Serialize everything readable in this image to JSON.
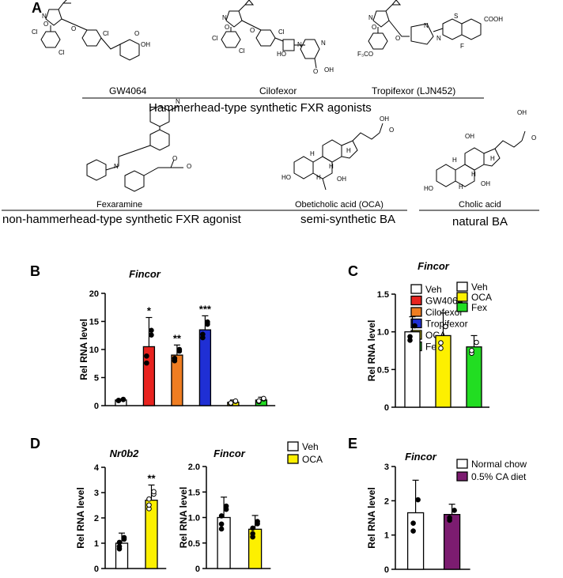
{
  "panel_letters": {
    "a": "A",
    "b": "B",
    "c": "C",
    "d": "D",
    "e": "E"
  },
  "panel_a": {
    "hammerhead_compounds": [
      "GW4064",
      "Cilofexor",
      "Tropifexor (LJN452)"
    ],
    "hammerhead_group_label": "Hammerhead-type synthetic FXR agonists",
    "structure_atoms": {
      "gw4064": [
        "O",
        "N",
        "O",
        "Cl",
        "Cl",
        "Cl",
        "OH",
        "O"
      ],
      "cilofexor": [
        "O",
        "N",
        "O",
        "Cl",
        "Cl",
        "Cl",
        "HO",
        "N",
        "N",
        "O",
        "OH"
      ],
      "tropifexor": [
        "O",
        "N",
        "O",
        "N",
        "S",
        "N",
        "COOH",
        "F",
        "F₃CO"
      ],
      "fexaramine": [
        "N",
        "N",
        "O",
        "O"
      ],
      "oca": [
        "OH",
        "O",
        "HO",
        "OH",
        "H",
        "H",
        "H",
        "H"
      ],
      "cholic": [
        "OH",
        "O",
        "OH",
        "HO",
        "OH",
        "H",
        "H",
        "H",
        "H"
      ]
    },
    "lower_compounds": [
      {
        "name": "Fexaramine",
        "group": "non-hammerhead-type synthetic FXR agonist"
      },
      {
        "name": "Obeticholic acid (OCA)",
        "group": "semi-synthetic BA"
      },
      {
        "name": "Cholic acid",
        "group": "natural BA"
      }
    ]
  },
  "colors": {
    "veh": "#ffffff",
    "gw4064": "#e8231f",
    "cilofexor": "#ef7d22",
    "tropifexor": "#1f2fd4",
    "oca": "#fdf000",
    "fex": "#22dd22",
    "ca_diet": "#7c1c70",
    "outline": "#000000"
  },
  "chart_data": [
    {
      "type": "bar",
      "panel": "B",
      "title": "Fincor",
      "ylabel": "Rel RNA level",
      "ylim": [
        0,
        20
      ],
      "yticks": [
        "0",
        "5",
        "10",
        "15",
        "20"
      ],
      "categories": [
        "Veh",
        "GW4064",
        "Cilofexor",
        "Tropifexor",
        "OCA",
        "Fex"
      ],
      "values": [
        1.0,
        10.5,
        9.0,
        13.5,
        0.6,
        1.0
      ],
      "errors": [
        0.2,
        5.2,
        1.8,
        2.5,
        0.4,
        0.5
      ],
      "significance": [
        "",
        "*",
        "**",
        "***",
        "",
        ""
      ],
      "legend": [
        "Veh",
        "GW4064",
        "Cilofexor",
        "Tropifexor",
        "OCA",
        "Fex"
      ],
      "legend_position": "right"
    },
    {
      "type": "bar",
      "panel": "C",
      "title": "Fincor",
      "ylabel": "Rel RNA level",
      "ylim": [
        0,
        1.5
      ],
      "yticks": [
        "0",
        "0.5",
        "1.0",
        "1.5"
      ],
      "categories": [
        "Veh",
        "OCA",
        "Fex"
      ],
      "values": [
        1.0,
        0.95,
        0.8
      ],
      "errors": [
        0.2,
        0.3,
        0.15
      ],
      "legend": [
        "Veh",
        "OCA",
        "Fex"
      ],
      "legend_position": "right"
    },
    {
      "type": "bar",
      "panel": "D",
      "title": "Nr0b2",
      "ylabel": "Rel RNA level",
      "ylim": [
        0,
        4
      ],
      "yticks": [
        "0",
        "1",
        "2",
        "3",
        "4"
      ],
      "categories": [
        "Veh",
        "OCA"
      ],
      "values": [
        1.0,
        2.7
      ],
      "errors": [
        0.4,
        0.6
      ],
      "significance": [
        "",
        "**"
      ]
    },
    {
      "type": "bar",
      "panel": "D",
      "title": "Fincor",
      "ylabel": "Rel RNA level",
      "ylim": [
        0,
        2.0
      ],
      "yticks": [
        "0",
        "0.5",
        "1.0",
        "1.5",
        "2.0"
      ],
      "categories": [
        "Veh",
        "OCA"
      ],
      "values": [
        1.0,
        0.77
      ],
      "errors": [
        0.4,
        0.27
      ],
      "legend": [
        "Veh",
        "OCA"
      ],
      "legend_position": "right"
    },
    {
      "type": "bar",
      "panel": "E",
      "title": "Fincor",
      "ylabel": "Rel RNA level",
      "ylim": [
        0,
        3
      ],
      "yticks": [
        "0",
        "1",
        "2",
        "3"
      ],
      "categories": [
        "Normal chow",
        "0.5% CA diet"
      ],
      "values": [
        1.65,
        1.6
      ],
      "errors": [
        0.95,
        0.3
      ],
      "legend": [
        "Normal chow",
        "0.5% CA diet"
      ],
      "legend_position": "right"
    }
  ]
}
